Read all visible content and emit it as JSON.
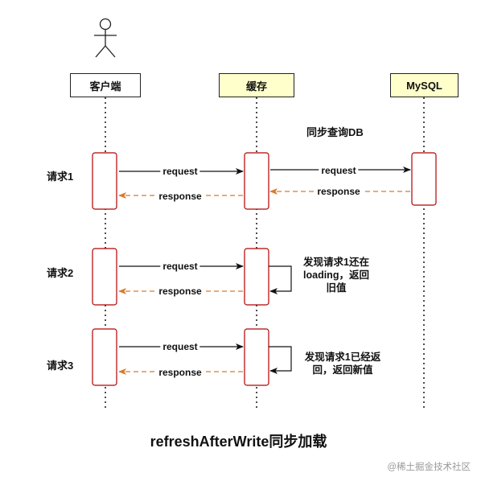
{
  "participants": {
    "client": "客户端",
    "cache": "缓存",
    "mysql": "MySQL"
  },
  "colors": {
    "participant_box": "#ffffff",
    "cache_box": "#ffffcc",
    "mysql_box": "#ffffcc",
    "activation_border": "#b20000",
    "request_arrow": "#111111",
    "response_arrow": "#d87a2a",
    "self_arrow": "#111111"
  },
  "db_query_label": "同步查询DB",
  "rows": [
    {
      "label": "请求1",
      "client_to_cache": "request",
      "cache_to_client": "response",
      "cache_to_db": "request",
      "db_to_cache": "response"
    },
    {
      "label": "请求2",
      "client_to_cache": "request",
      "cache_to_client": "response",
      "note": "发现请求1还在\nloading，返回\n旧值"
    },
    {
      "label": "请求3",
      "client_to_cache": "request",
      "cache_to_client": "response",
      "note": "发现请求1已经返\n回，返回新值"
    }
  ],
  "title": "refreshAfterWrite同步加载",
  "watermark": "@稀土掘金技术社区"
}
